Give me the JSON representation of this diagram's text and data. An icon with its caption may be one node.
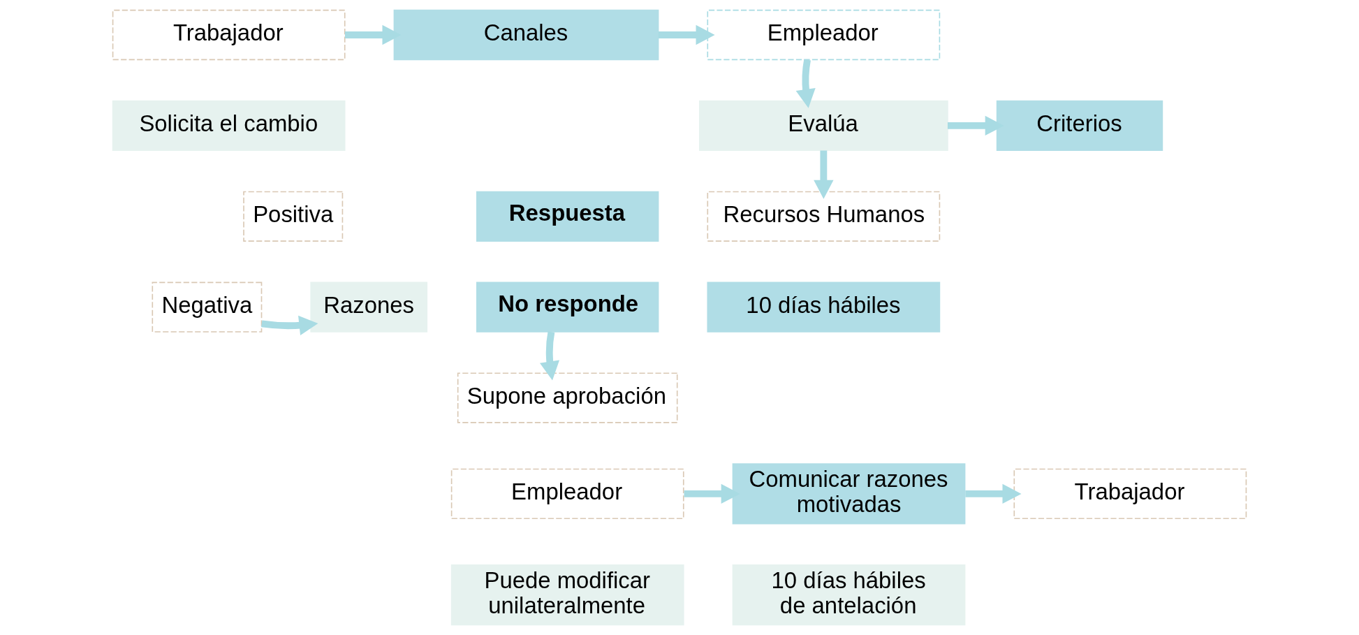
{
  "diagram": {
    "nodes": [
      {
        "text": [
          "Trabajador"
        ]
      },
      {
        "text": [
          "Solicita el cambio"
        ]
      },
      {
        "text": [
          "Canales"
        ]
      },
      {
        "text": [
          "Empleador"
        ]
      },
      {
        "text": [
          "Evalúa"
        ]
      },
      {
        "text": [
          "Criterios"
        ]
      },
      {
        "text": [
          "Recursos Humanos"
        ]
      },
      {
        "text": [
          "10 días hábiles"
        ]
      },
      {
        "text": [
          "Respuesta"
        ]
      },
      {
        "text": [
          "Positiva"
        ]
      },
      {
        "text": [
          "Negativa"
        ]
      },
      {
        "text": [
          "Razones"
        ]
      },
      {
        "text": [
          "No responde"
        ]
      },
      {
        "text": [
          "Supone aprobación"
        ]
      },
      {
        "text": [
          "Empleador"
        ]
      },
      {
        "text": [
          "Puede modificar unilateralmente"
        ]
      },
      {
        "text": [
          "Comunicar razones motivadas"
        ]
      },
      {
        "text": [
          "10 días hábiles de antelación"
        ]
      },
      {
        "text": [
          "Trabajador"
        ]
      }
    ],
    "edges": [
      {
        "from": 0,
        "to": 2,
        "arrow": "to"
      },
      {
        "from": 2,
        "to": 3,
        "arrow": "to"
      },
      {
        "from": 3,
        "to": 4,
        "arrow": "to"
      },
      {
        "from": 4,
        "to": 5,
        "arrow": "to"
      },
      {
        "from": 4,
        "to": 6,
        "arrow": "to"
      },
      {
        "from": 10,
        "to": 11,
        "arrow": "to"
      },
      {
        "from": 12,
        "to": 13,
        "arrow": "to"
      },
      {
        "from": 14,
        "to": 16,
        "arrow": "to"
      },
      {
        "from": 16,
        "to": 18,
        "arrow": "to"
      }
    ]
  }
}
